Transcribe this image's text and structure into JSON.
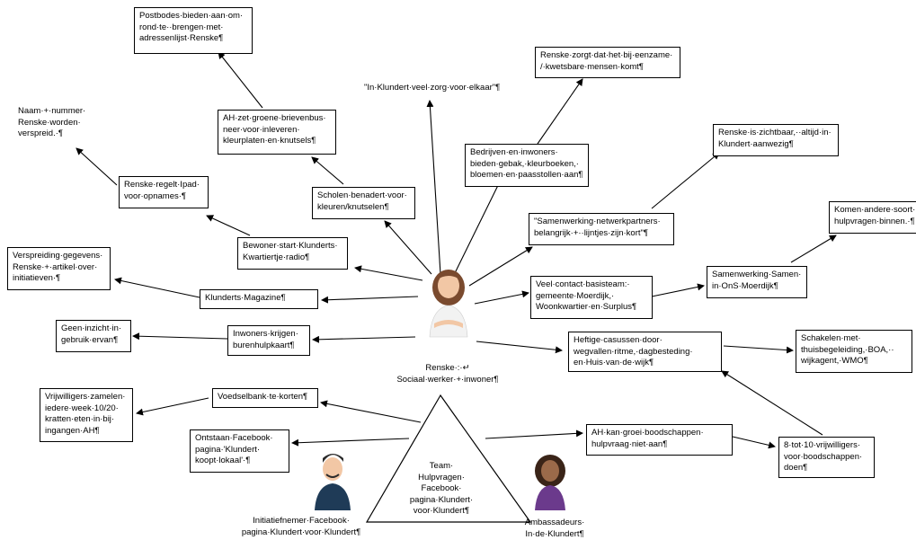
{
  "nodes": {
    "postbodes": "Postbodes·bieden·aan·om·\nrond·te··brengen·met·\nadressenlijst·Renske¶",
    "naam": "Naam·+·nummer·\nRenske·worden·\nverspreid.·¶",
    "ah_brievenbus": "AH·zet·groene·brievenbus·\nneer·voor·inleveren·\nkleurplaten·en·knutsels¶",
    "klundert_zorg": "\"In·Klundert·veel·zorg·voor·elkaar\"¶",
    "renske_eenzame": "Renske·zorgt·dat·het·bij·eenzame·\n/·kwetsbare·mensen·komt¶",
    "bedrijven": "Bedrijven·en·inwoners·\nbieden·gebak,·kleurboeken,·\nbloemen·en·paasstollen·aan¶",
    "renske_zichtbaar": "Renske·is·zichtbaar,··altijd·in·\nKlundert·aanwezig¶",
    "renske_ipad": "Renske·regelt·Ipad·\nvoor·opnames·¶",
    "scholen": "Scholen·benadert·voor·\nkleuren/knutselen¶",
    "samenwerking_netwerk": "\"Samenwerking·netwerkpartners·\nbelangrijk·+··lijntjes·zijn·kort\"¶",
    "komen_andere": "Komen·andere·soort·\nhulpvragen·binnen.·¶",
    "bewoner_radio": "Bewoner·start·Klunderts·\nKwartiertje·radio¶",
    "verspreiding": "Verspreiding·gegevens·\nRenske·+·artikel·over·\ninitiatieven·¶",
    "magazine": "Klunderts·Magazine¶",
    "veel_contact": "Veel·contact·basisteam:·\ngemeente·Moerdijk,·\nWoonkwartier·en·Surplus¶",
    "samenwerking_samen": "Samenwerking·Samen·\nin·OnS·Moerdijk¶",
    "geen_inzicht": "Geen·inzicht·in·\ngebruik·ervan¶",
    "burenhulpkaart": "Inwoners·krijgen·\nburenhulpkaart¶",
    "heftige": "Heftige·casussen·door·\nwegvallen·ritme,·dagbesteding·\nen·Huis·van·de·wijk¶",
    "schakelen": "Schakelen·met·\nthuisbegeleiding,·BOA,··\nwijkagent,·WMO¶",
    "vrijwilligers_zamelen": "Vrijwilligers·zamelen·\niedere·week·10/20·\nkratten·eten·in·bij·\ningangen·AH¶",
    "voedselbank": "Voedselbank·te·korten¶",
    "facebook_pagina": "Ontstaan·Facebook·\npagina·'Klundert·\nkoopt·lokaal'·¶",
    "ah_groei": "AH·kan·groei·boodschappen·\nhulpvraag·niet·aan¶",
    "vrijwilligers_boodschappen": "8·tot·10·vrijwilligers·\nvoor·boodschappen·\ndoen¶"
  },
  "center_label": "Renske·:·↵\nSociaal·werker·+·inwoner¶",
  "triangle_label": "Team·\nHulpvragen·\nFacebook·\npagina·Klundert·\nvoor·Klundert¶",
  "initiatiefnemer_label": "Initiatiefnemer·Facebook·\npagina·Klundert·voor·Klundert¶",
  "ambassadeurs_label": "Ambassadeurs·\nIn·de·Klundert¶",
  "colors": {
    "line": "#000000",
    "box_border": "#000000",
    "hair_renske": "#7a4a2e",
    "shirt_renske": "#f2f2f2",
    "shirt_man": "#1f3b57",
    "shirt_woman": "#6b3a8c"
  }
}
